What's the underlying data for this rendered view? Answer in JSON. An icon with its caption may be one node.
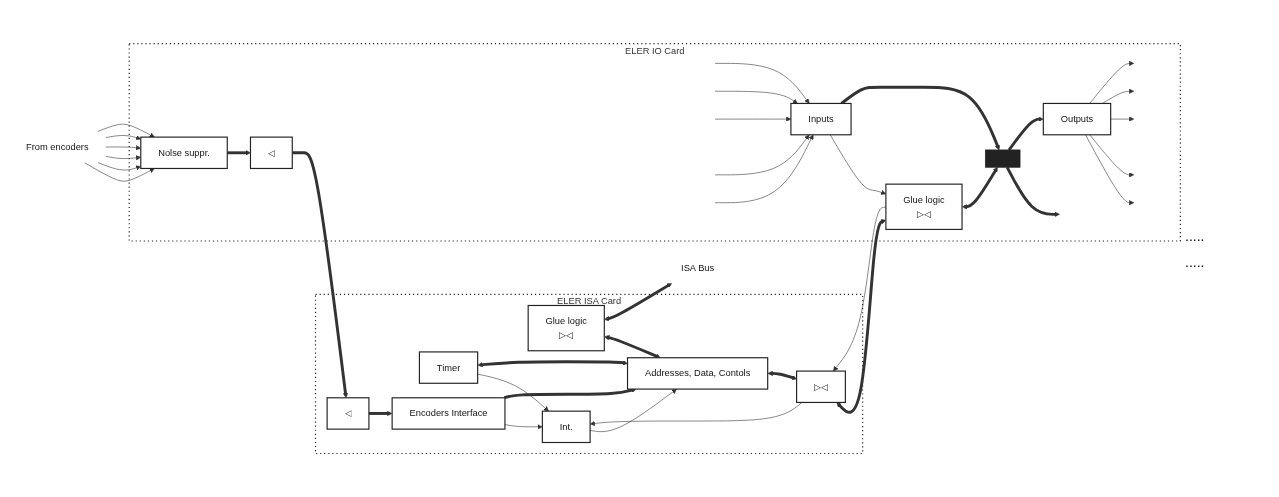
{
  "diagram": {
    "nodes": [
      {
        "text": [
          "ELER ISA Card"
        ]
      },
      {
        "text": [
          "Timer"
        ],
        "in": 0
      },
      {
        "text": [
          "Encoders Interface"
        ],
        "in": 0
      },
      {
        "text": [
          "◁"
        ],
        "in": 0
      },
      {
        "text": [
          "Glue logic",
          "▷◁"
        ],
        "in": 0
      },
      {
        "text": [
          "Int."
        ],
        "in": 0
      },
      {
        "text": [
          "▷◁"
        ],
        "in": 0
      },
      {
        "text": [
          "Addresses, Data, Contols"
        ],
        "in": 0
      },
      {
        "text": [
          "ELER IO Card"
        ]
      },
      {
        "text": [
          "◁"
        ],
        "in": 8
      },
      {
        "text": [
          "Nolse suppr."
        ],
        "in": 8
      },
      {
        "text": [
          "Glue logic",
          "▷◁"
        ],
        "in": 8
      },
      {
        "text": [
          "Inputs"
        ],
        "in": 8
      },
      {
        "text": [
          "Outputs"
        ],
        "in": 8
      },
      {
        "text": [],
        "shape": "bar",
        "in": 8
      },
      {
        "text": [
          "ISA Bus"
        ]
      },
      {
        "text": [
          "From encoders"
        ]
      }
    ],
    "edges": [
      {
        "from": 16,
        "to": 10,
        "arrow": "to"
      },
      {
        "from": 16,
        "to": 10,
        "arrow": "to"
      },
      {
        "from": 16,
        "to": 10,
        "arrow": "to"
      },
      {
        "from": 16,
        "to": 10,
        "arrow": "to"
      },
      {
        "from": 16,
        "to": 10,
        "arrow": "to"
      },
      {
        "from": 16,
        "to": 10,
        "arrow": "to"
      },
      {
        "from": 10,
        "to": 9,
        "arrow": "to",
        "style": "thick"
      },
      {
        "from": 9,
        "to": 3,
        "arrow": "to",
        "style": "thick"
      },
      {
        "from": 3,
        "to": 2,
        "arrow": "to",
        "style": "thick"
      },
      {
        "from": 1,
        "to": 5,
        "arrow": "to"
      },
      {
        "from": 2,
        "to": 5,
        "arrow": "to"
      },
      {
        "from": 1,
        "to": 7,
        "arrow": "both",
        "style": "thick"
      },
      {
        "from": 2,
        "to": 7,
        "arrow": "to",
        "style": "thick"
      },
      {
        "from": 5,
        "to": 7,
        "arrow": "to"
      },
      {
        "from": 4,
        "to": 7,
        "arrow": "both",
        "style": "thick"
      },
      {
        "from": 7,
        "to": 6,
        "arrow": "both",
        "style": "thick"
      },
      {
        "from": 6,
        "to": 5,
        "arrow": "to"
      },
      {
        "from": 11,
        "to": 6,
        "arrow": "to"
      },
      {
        "from": 6,
        "to": 11,
        "arrow": "both",
        "style": "thick"
      },
      {
        "from": 12,
        "to": 11,
        "arrow": "to"
      },
      {
        "from": 11,
        "to": 14,
        "arrow": "both",
        "style": "thick"
      },
      {
        "from": 14,
        "to": null,
        "arrow": "to",
        "style": "thick"
      },
      {
        "from": 12,
        "to": 14,
        "arrow": "to",
        "style": "thick"
      },
      {
        "from": 14,
        "to": 13,
        "arrow": "to",
        "style": "thick"
      },
      {
        "from": 4,
        "to": 15,
        "arrow": "both",
        "style": "thick"
      },
      {
        "from": null,
        "to": 12,
        "arrow": "to"
      },
      {
        "from": null,
        "to": 12,
        "arrow": "to"
      },
      {
        "from": null,
        "to": 12,
        "arrow": "to"
      },
      {
        "from": null,
        "to": 12,
        "arrow": "to"
      },
      {
        "from": null,
        "to": 12,
        "arrow": "to"
      },
      {
        "from": 13,
        "to": null,
        "arrow": "to"
      },
      {
        "from": 13,
        "to": null,
        "arrow": "to"
      },
      {
        "from": 13,
        "to": null,
        "arrow": "to"
      },
      {
        "from": 13,
        "to": null,
        "arrow": "to"
      },
      {
        "from": 13,
        "to": null,
        "arrow": "to"
      }
    ],
    "labels": [
      ".....",
      "....."
    ]
  }
}
